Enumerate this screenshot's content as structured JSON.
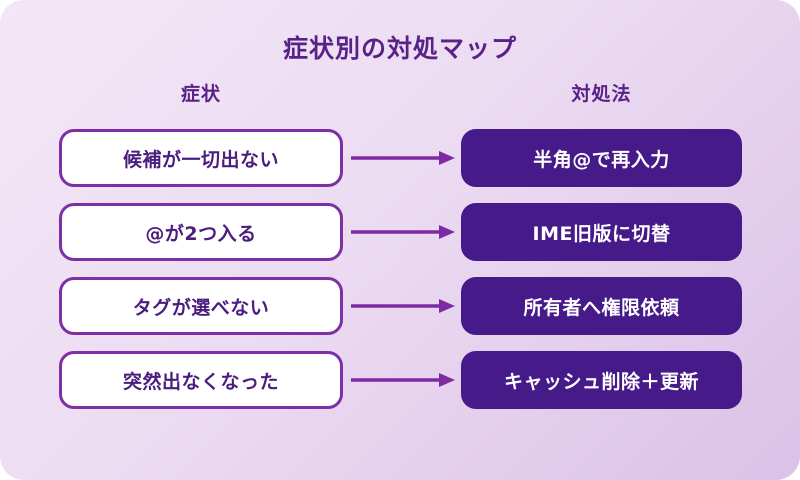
{
  "title": "症状別の対処マップ",
  "columns": {
    "symptom": "症状",
    "remedy": "対処法"
  },
  "rows": [
    {
      "symptom": "候補が一切出ない",
      "remedy": "半角@で再入力"
    },
    {
      "symptom": "@が2つ入る",
      "remedy": "IME旧版に切替"
    },
    {
      "symptom": "タグが選べない",
      "remedy": "所有者へ権限依頼"
    },
    {
      "symptom": "突然出なくなった",
      "remedy": "キャッシュ削除＋更新"
    }
  ],
  "colors": {
    "background_start": "#f3e7f6",
    "background_end": "#dbc1e7",
    "title_text": "#5a2189",
    "symptom_box_border": "#7e2fa6",
    "symptom_box_text": "#4a1d7e",
    "remedy_box_bg": "#471a8a",
    "remedy_box_text": "#ffffff",
    "arrow": "#7d2ba3"
  }
}
